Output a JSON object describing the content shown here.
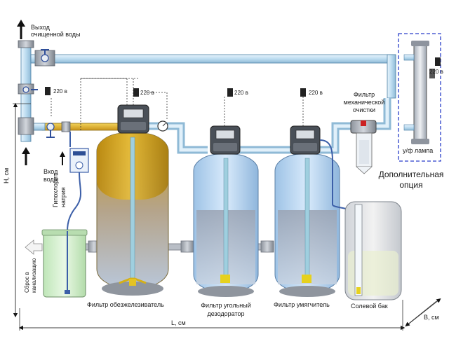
{
  "labels": {
    "treated_water_outlet": [
      "Выход",
      "очищенной воды"
    ],
    "water_inlet": [
      "Вход",
      "воды"
    ],
    "sodium_hypochlorite": [
      "Гипохлорит",
      "натрия"
    ],
    "drain_to_sewer": [
      "Сброс в",
      "канализацию"
    ],
    "iron_filter": "Фильтр обезжелезиватель",
    "carbon_filter": [
      "Фильтр угольный",
      "дезодоратор"
    ],
    "softener_filter": "Фильтр умягчитель",
    "salt_tank": "Солевой бак",
    "mechanical_filter": [
      "Фильтр",
      "механической",
      "очистки"
    ],
    "uv_lamp": "у/ф лампа",
    "optional": [
      "Дополнительная",
      "опция"
    ],
    "power_1": "220 в",
    "power_2": "220 в",
    "power_3": "220 в",
    "power_4": "220 в",
    "power_5": "220 в",
    "dim_h": "Н, см",
    "dim_l": "L, см",
    "dim_b": "В, см"
  },
  "colors": {
    "pipe": "#cfe6f4",
    "pipe_stroke": "#4a7fa6",
    "iron_media": "#d4a21c",
    "tank_water": "#bcd9f2",
    "tank_dark": "#8a8f99",
    "brine_tank": "#eeeeee",
    "drain_tank": "#d9f2d2",
    "uv_box": "#2a3fc9",
    "arrow": "#111111"
  },
  "icons": [
    "valve-icon",
    "controller-icon",
    "pump-icon",
    "arrow-up-icon",
    "arrow-left-icon"
  ]
}
